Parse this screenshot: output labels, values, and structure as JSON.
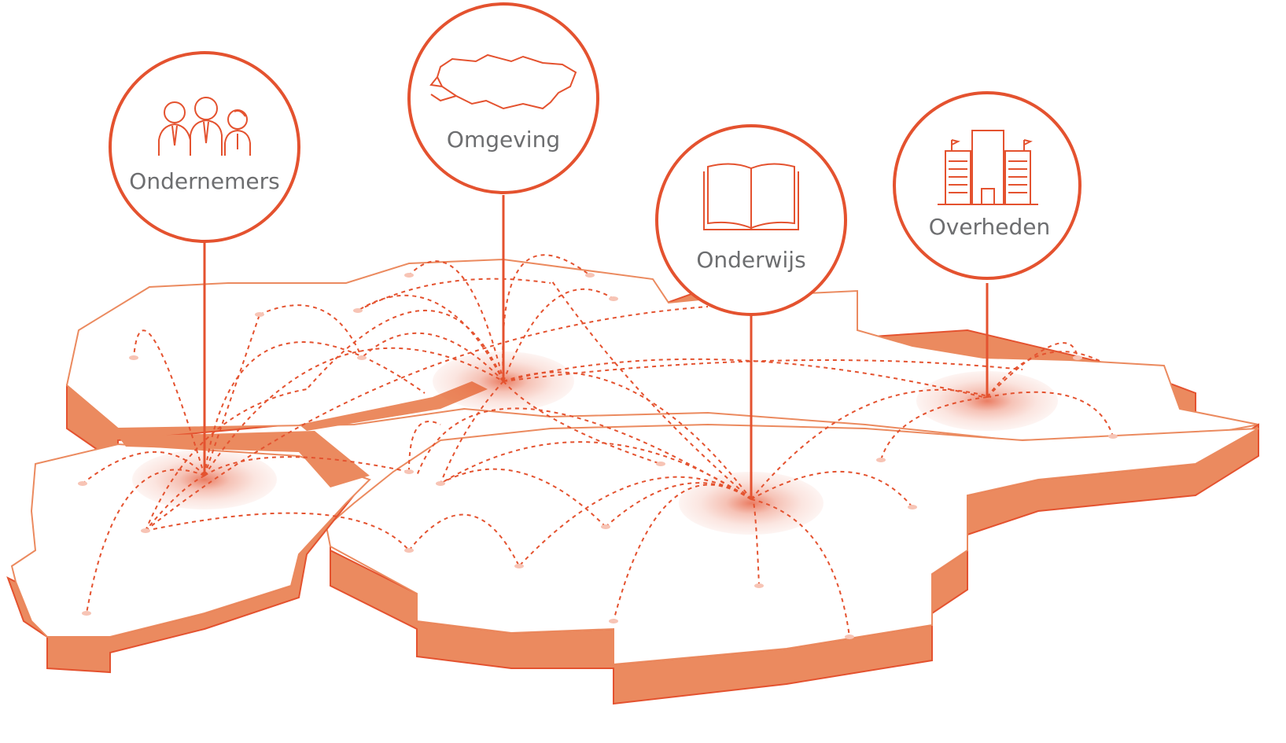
{
  "colors": {
    "accent": "#e4522f",
    "terrain_side": "#eb8a5f",
    "terrain_edge": "#e4522f",
    "map_surface": "#ffffff",
    "label_text": "#6d6e70"
  },
  "pins": [
    {
      "id": "ondernemers",
      "label": "Ondernemers",
      "icon": "people-icon"
    },
    {
      "id": "omgeving",
      "label": "Omgeving",
      "icon": "region-map-icon"
    },
    {
      "id": "onderwijs",
      "label": "Onderwijs",
      "icon": "open-book-icon"
    },
    {
      "id": "overheden",
      "label": "Overheden",
      "icon": "government-buildings-icon"
    }
  ]
}
